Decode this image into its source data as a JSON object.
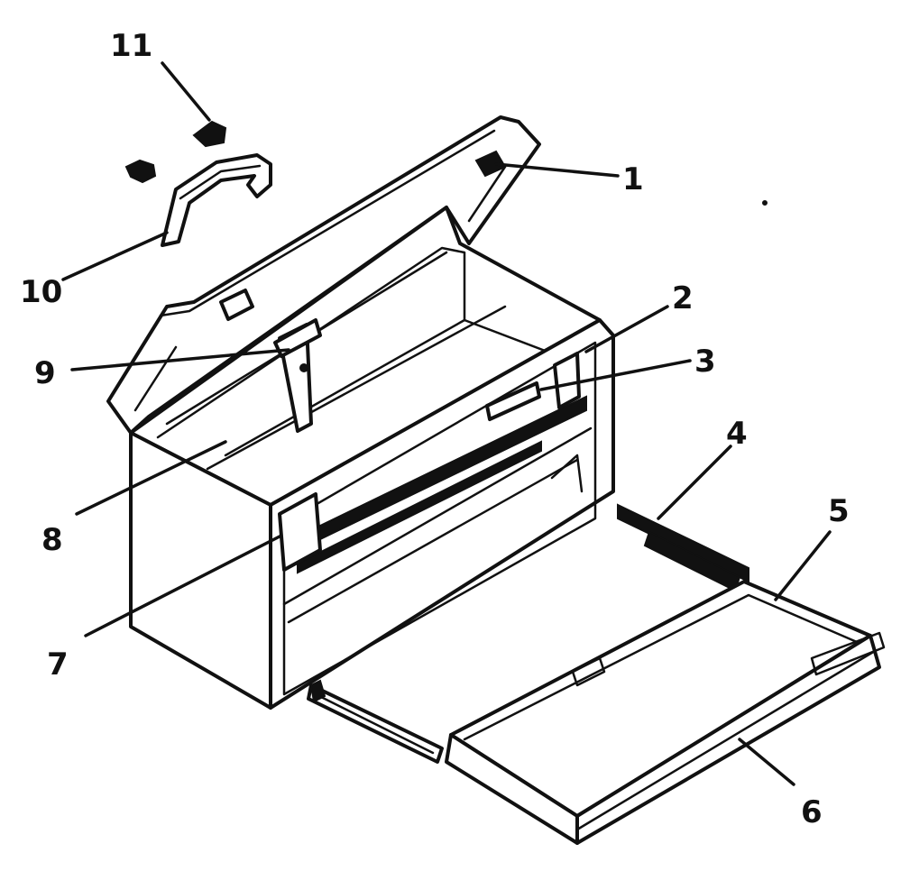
{
  "diagram": {
    "callouts": [
      {
        "id": "callout-1",
        "label": "1"
      },
      {
        "id": "callout-2",
        "label": "2"
      },
      {
        "id": "callout-3",
        "label": "3"
      },
      {
        "id": "callout-4",
        "label": "4"
      },
      {
        "id": "callout-5",
        "label": "5"
      },
      {
        "id": "callout-6",
        "label": "6"
      },
      {
        "id": "callout-7",
        "label": "7"
      },
      {
        "id": "callout-8",
        "label": "8"
      },
      {
        "id": "callout-9",
        "label": "9"
      },
      {
        "id": "callout-10",
        "label": "10"
      },
      {
        "id": "callout-11",
        "label": "11"
      }
    ]
  }
}
